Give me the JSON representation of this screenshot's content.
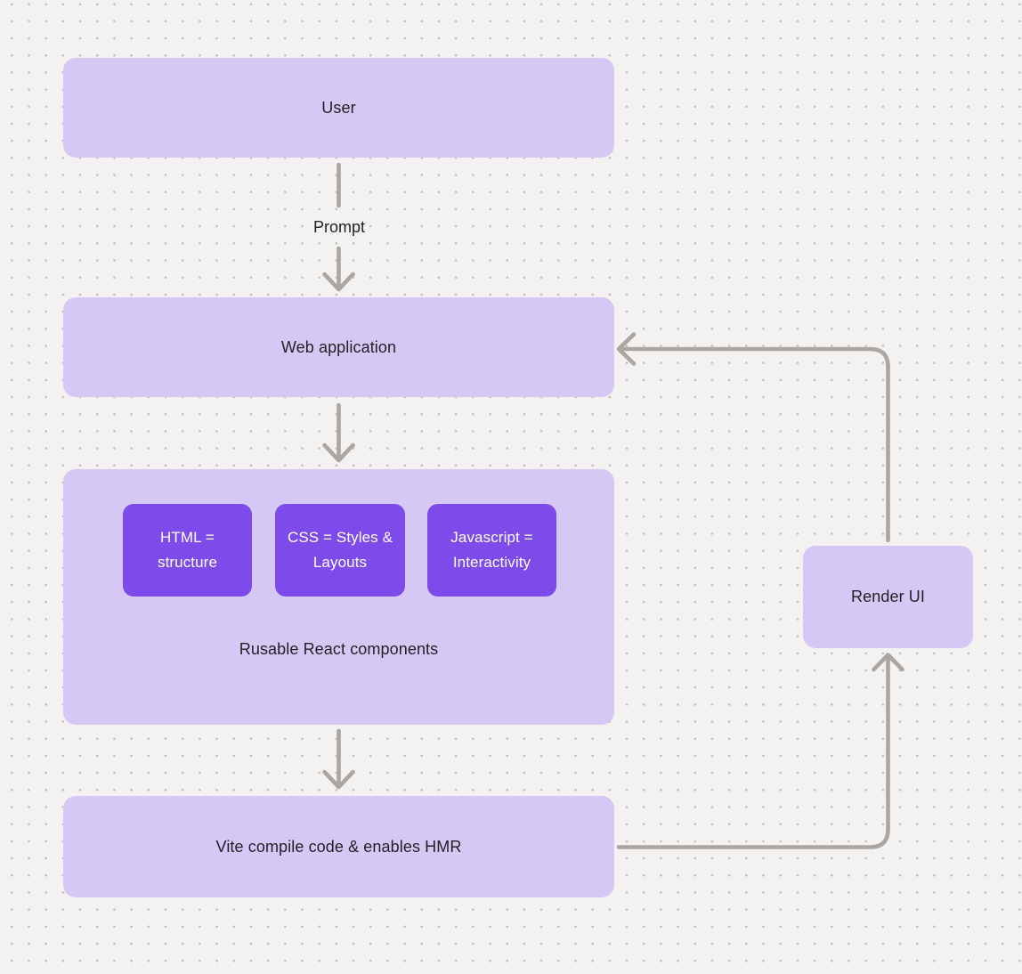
{
  "diagram": {
    "nodes": {
      "user": {
        "label": "User"
      },
      "web_app": {
        "label": "Web application"
      },
      "components": {
        "caption": "Rusable React components",
        "children": [
          {
            "label": "HTML = structure"
          },
          {
            "label": "CSS = Styles & Layouts"
          },
          {
            "label": "Javascript = Interactivity"
          }
        ]
      },
      "vite": {
        "label": "Vite compile code & enables HMR"
      },
      "render_ui": {
        "label": "Render UI"
      }
    },
    "edges": [
      {
        "from": "user",
        "to": "web_app",
        "label": "Prompt"
      },
      {
        "from": "web_app",
        "to": "components",
        "label": ""
      },
      {
        "from": "components",
        "to": "vite",
        "label": ""
      },
      {
        "from": "vite",
        "to": "render_ui",
        "label": ""
      },
      {
        "from": "render_ui",
        "to": "web_app",
        "label": ""
      }
    ],
    "colors": {
      "background": "#f4f2f0",
      "grid_dot": "#c1beba",
      "node_fill": "#d6c8f5",
      "chip_fill": "#7c4be9",
      "chip_text": "#ffffff",
      "edge_stroke": "#a9a6a3",
      "text": "#221f26"
    }
  }
}
